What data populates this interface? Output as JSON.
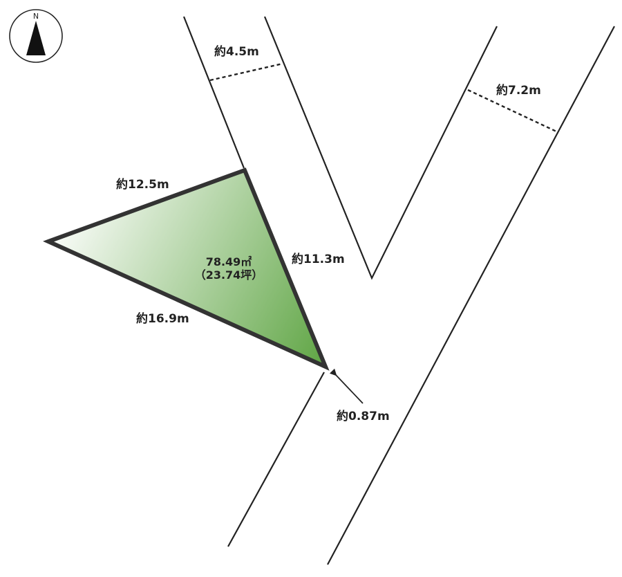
{
  "compass": {
    "north_label": "N",
    "icon": "north-arrow-icon"
  },
  "lot": {
    "area_sqm": "78.49㎡",
    "area_tsubo": "（23.74坪）",
    "fill_light": "#ffffff",
    "fill_dark": "#5fa544",
    "edges": {
      "top": "約12.5m",
      "right": "約11.3m",
      "bottom": "約16.9m"
    }
  },
  "roads": {
    "left_width": "約4.5m",
    "right_width": "約7.2m",
    "gap": "約0.87m"
  }
}
